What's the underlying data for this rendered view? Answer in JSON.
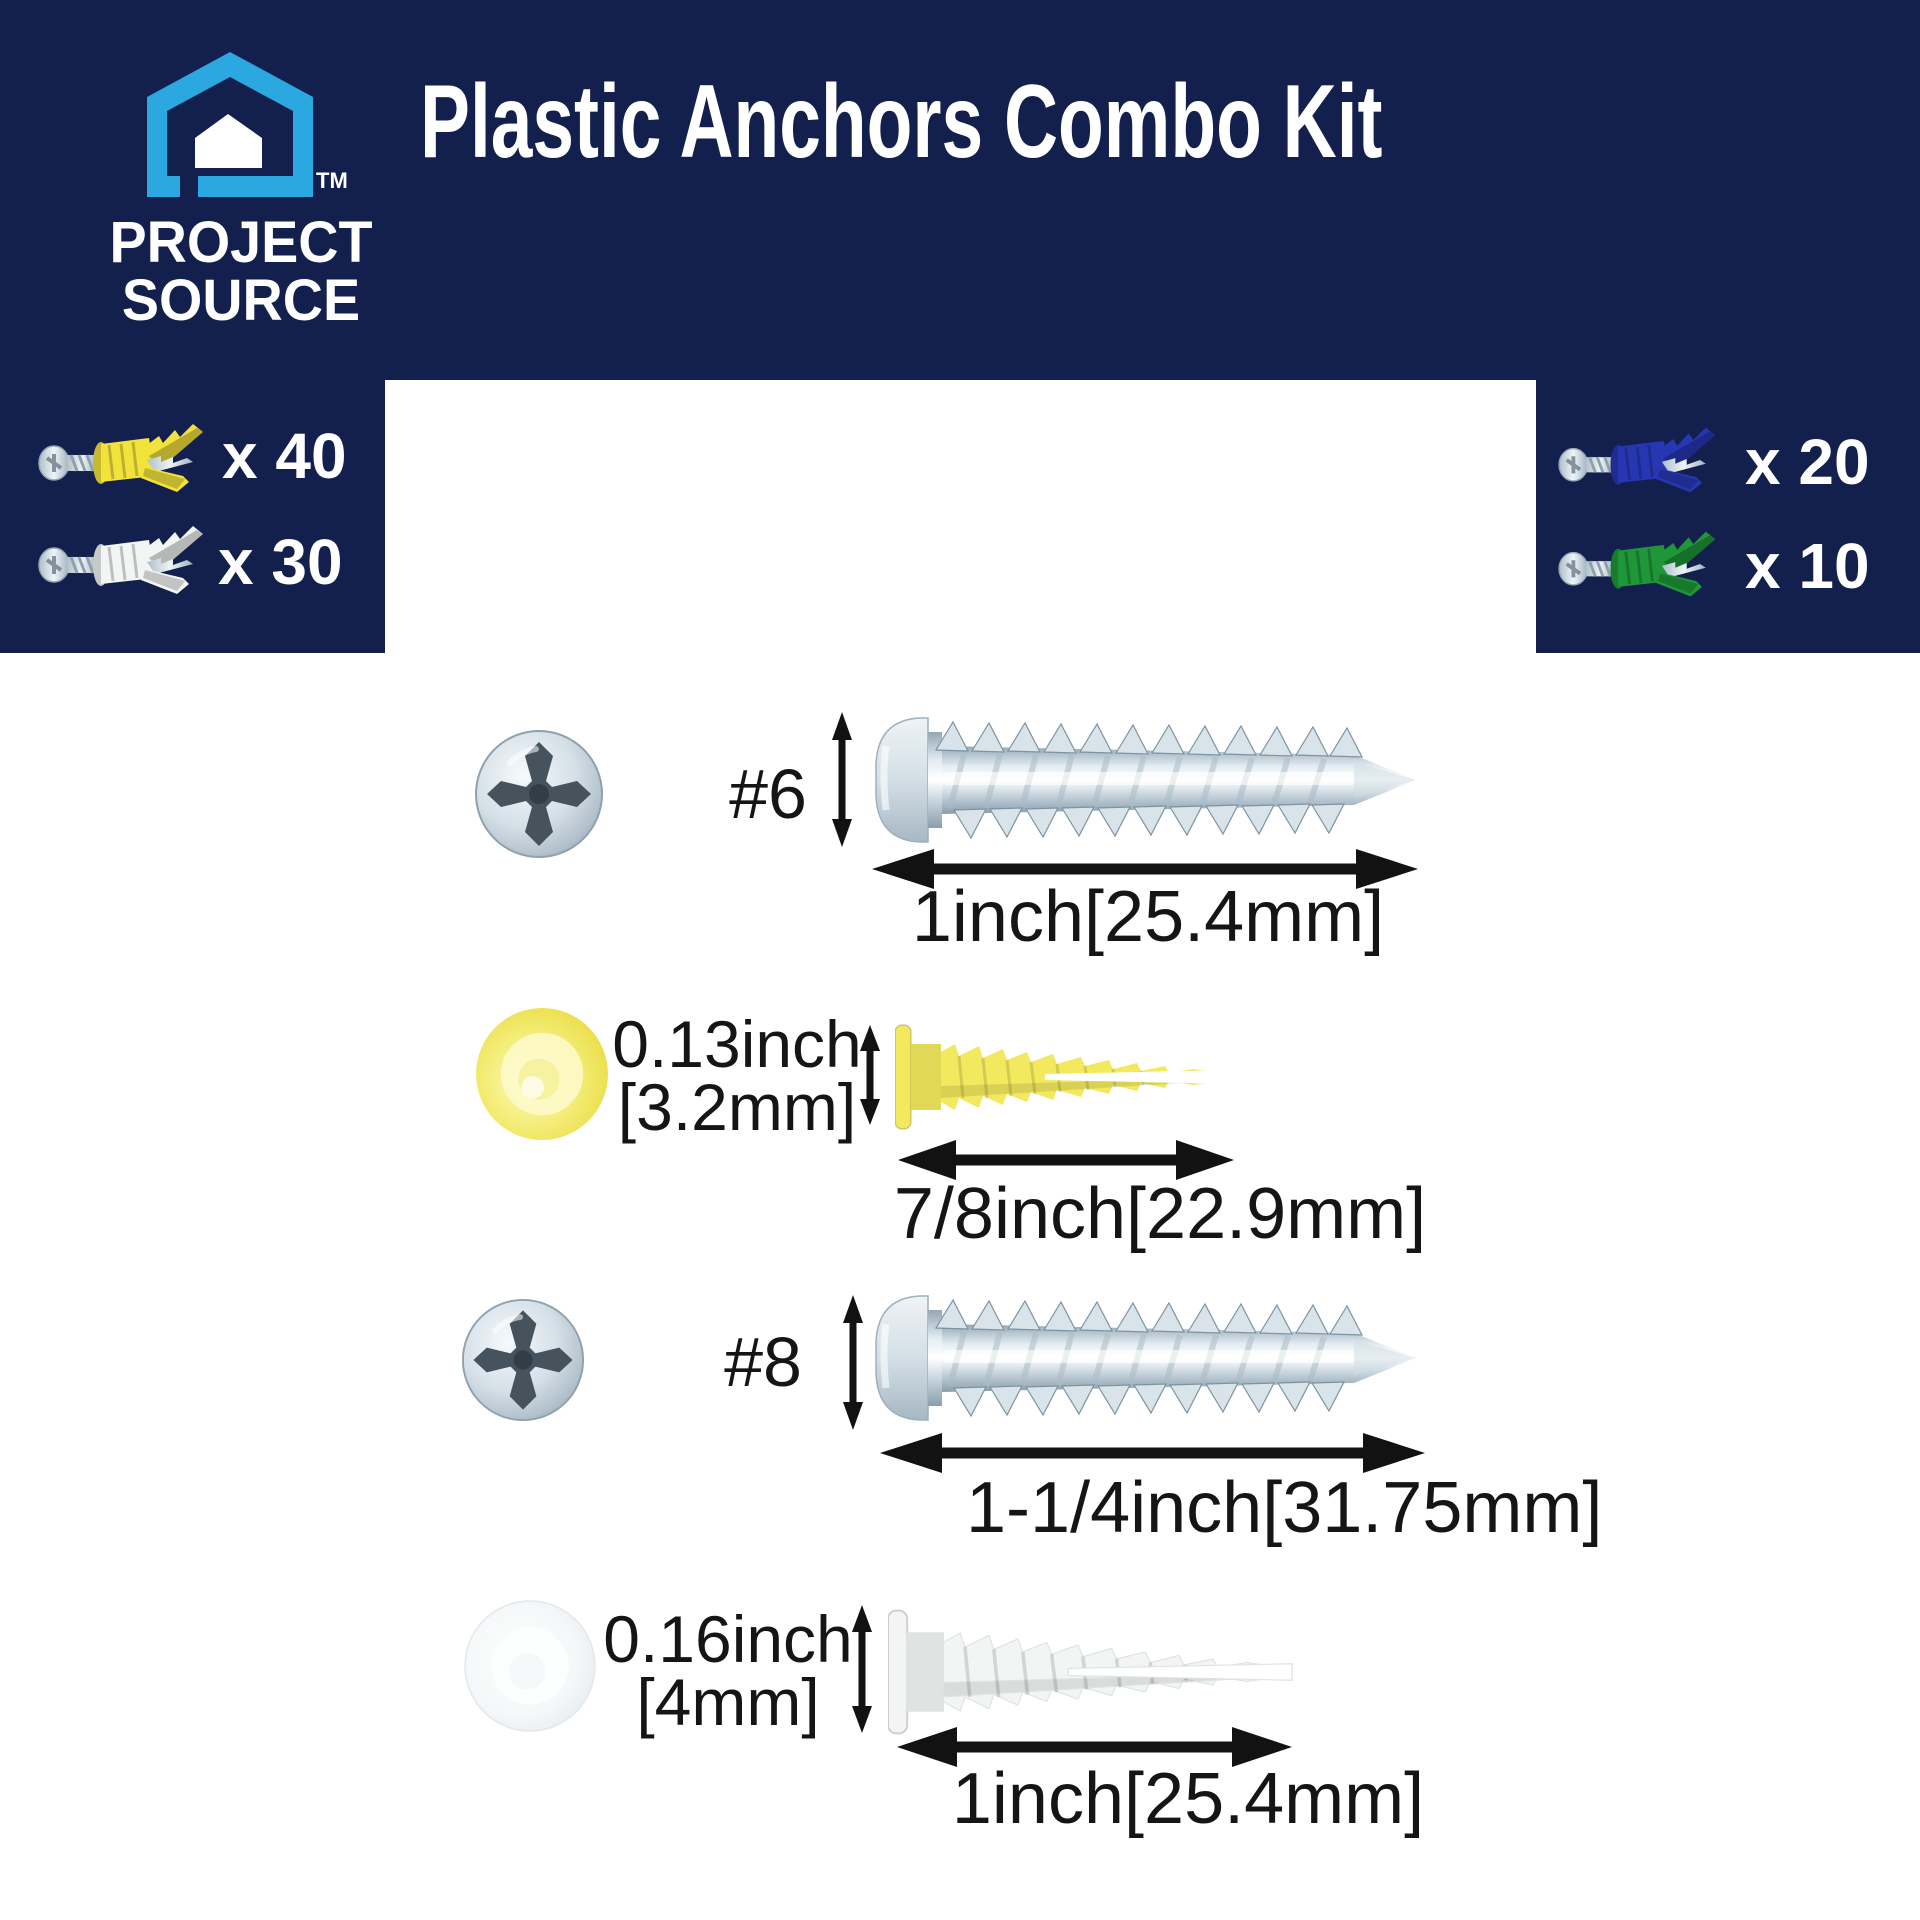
{
  "header": {
    "logo": {
      "line1": "PROJECT",
      "line2": "SOURCE",
      "trademark": "TM"
    },
    "title": "Plastic Anchors Combo Kit"
  },
  "callouts": [
    {
      "name": "yellow-ribbed-anchor",
      "count": "x 40",
      "color": "#f2e23c"
    },
    {
      "name": "white-ribbed-anchor",
      "count": "x 30",
      "color": "#f3f5f5"
    },
    {
      "name": "blue-ribbed-anchor",
      "count": "x 20",
      "color": "#2737b4"
    },
    {
      "name": "green-ribbed-anchor",
      "count": "x 10",
      "color": "#1f9638"
    }
  ],
  "rows": [
    {
      "kind": "screw",
      "size": "#6",
      "length": "1inch[25.4mm]"
    },
    {
      "kind": "anchor",
      "color": "yellow",
      "diameter": [
        "0.13inch",
        "[3.2mm]"
      ],
      "length": "7/8inch[22.9mm]"
    },
    {
      "kind": "screw",
      "size": "#8",
      "length": "1-1/4inch[31.75mm]"
    },
    {
      "kind": "anchor",
      "color": "white",
      "diameter": [
        "0.16inch",
        "[4mm]"
      ],
      "length": "1inch[25.4mm]"
    }
  ],
  "colors": {
    "navy": "#13204e",
    "brand_blue": "#2ba8e0",
    "text_black": "#151515",
    "anchor_yellow": "#f2e95e",
    "anchor_white": "#f3f5f5",
    "anchor_blue": "#2737b4",
    "anchor_green": "#1f9638"
  }
}
